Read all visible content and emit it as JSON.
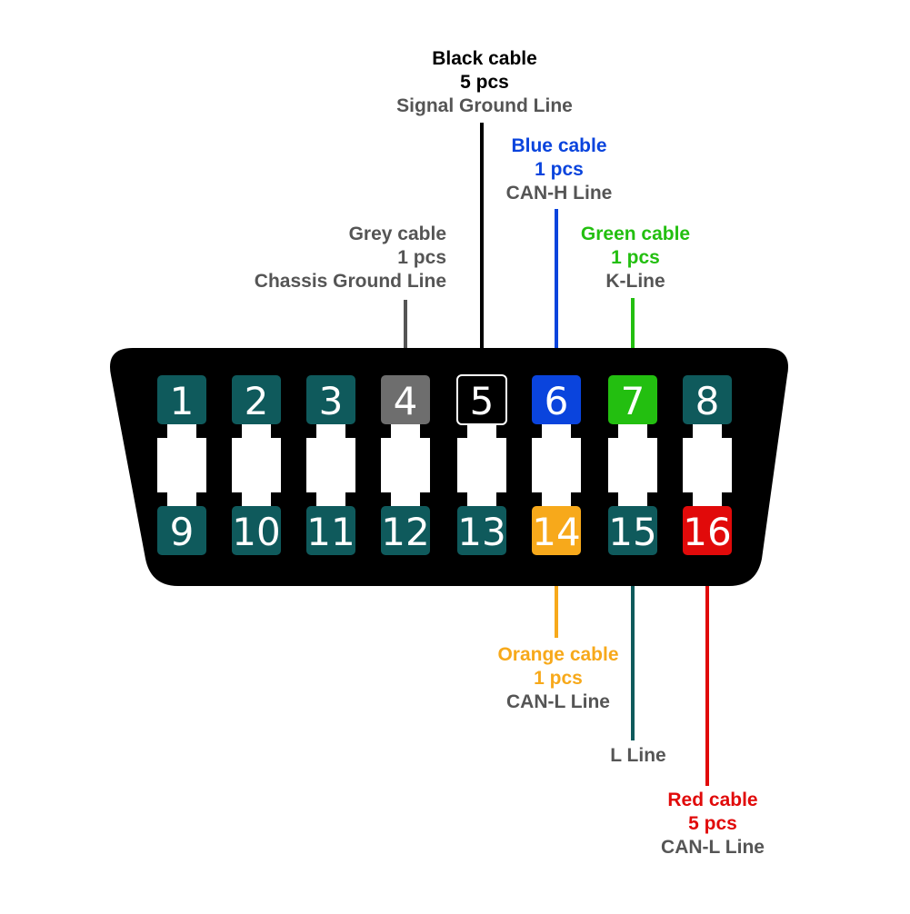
{
  "diagram": {
    "colors": {
      "connector_body": "#000000",
      "pin_default": "#0f5a5c",
      "slot": "#ffffff",
      "label_description": "#555555"
    },
    "pins_top": [
      {
        "number": "1",
        "fill": "#0f5a5c"
      },
      {
        "number": "2",
        "fill": "#0f5a5c"
      },
      {
        "number": "3",
        "fill": "#0f5a5c"
      },
      {
        "number": "4",
        "fill": "#6e6e6e"
      },
      {
        "number": "5",
        "fill": "#000000",
        "outlined": true
      },
      {
        "number": "6",
        "fill": "#0a44dd"
      },
      {
        "number": "7",
        "fill": "#23bf10"
      },
      {
        "number": "8",
        "fill": "#0f5a5c"
      }
    ],
    "pins_bottom": [
      {
        "number": "9",
        "fill": "#0f5a5c"
      },
      {
        "number": "10",
        "fill": "#0f5a5c"
      },
      {
        "number": "11",
        "fill": "#0f5a5c"
      },
      {
        "number": "12",
        "fill": "#0f5a5c"
      },
      {
        "number": "13",
        "fill": "#0f5a5c"
      },
      {
        "number": "14",
        "fill": "#f7a91b"
      },
      {
        "number": "15",
        "fill": "#0f5a5c"
      },
      {
        "number": "16",
        "fill": "#e10a0a"
      }
    ],
    "cables": [
      {
        "pin": "4",
        "cable": "Grey cable",
        "qty": "1 pcs",
        "line": "Chassis Ground Line",
        "color": "#555555"
      },
      {
        "pin": "5",
        "cable": "Black cable",
        "qty": "5 pcs",
        "line": "Signal Ground Line",
        "color": "#000000"
      },
      {
        "pin": "6",
        "cable": "Blue cable",
        "qty": "1 pcs",
        "line": "CAN-H Line",
        "color": "#0a44dd"
      },
      {
        "pin": "7",
        "cable": "Green cable",
        "qty": "1 pcs",
        "line": "K-Line",
        "color": "#23bf10"
      },
      {
        "pin": "14",
        "cable": "Orange cable",
        "qty": "1 pcs",
        "line": "CAN-L Line",
        "color": "#f7a91b"
      },
      {
        "pin": "15",
        "cable": "",
        "qty": "",
        "line": "L Line",
        "color": "#0f5a5c"
      },
      {
        "pin": "16",
        "cable": "Red cable",
        "qty": "5 pcs",
        "line": "CAN-L Line",
        "color": "#e10a0a"
      }
    ]
  }
}
